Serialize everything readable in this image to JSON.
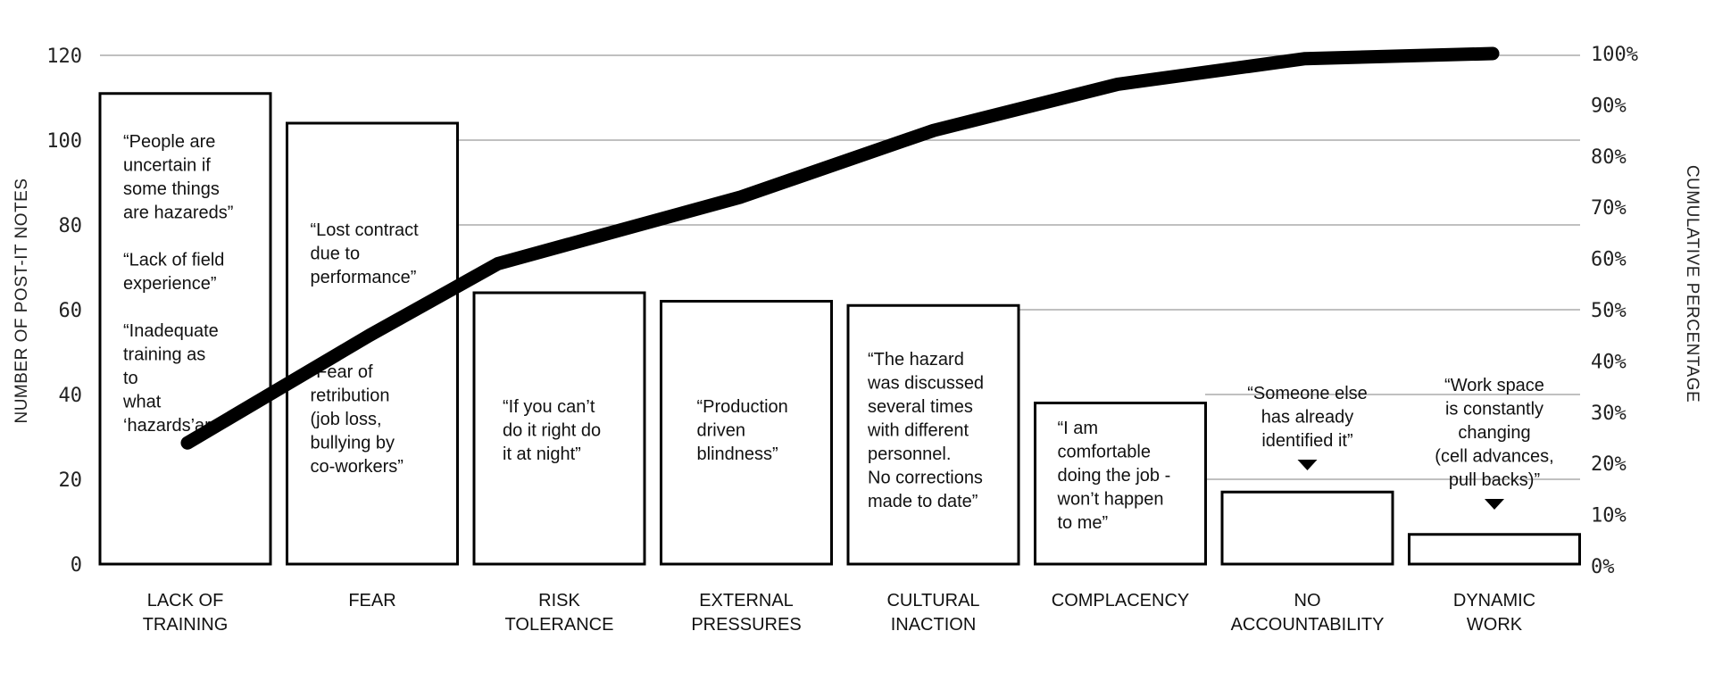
{
  "chart_data": {
    "type": "bar",
    "title": "",
    "xlabel": "",
    "ylabel": "NUMBER OF POST-IT NOTES",
    "y2label": "CUMULATIVE PERCENTAGE",
    "ylim": [
      0,
      120
    ],
    "y2lim": [
      0,
      100
    ],
    "yticks": [
      "0",
      "20",
      "40",
      "60",
      "80",
      "100",
      "120"
    ],
    "y2ticks": [
      "0%",
      "10%",
      "20%",
      "30%",
      "40%",
      "50%",
      "60%",
      "70%",
      "80%",
      "90%",
      "100%"
    ],
    "grid": true,
    "categories": [
      [
        "LACK OF",
        "TRAINING"
      ],
      [
        "FEAR"
      ],
      [
        "RISK",
        "TOLERANCE"
      ],
      [
        "EXTERNAL",
        "PRESSURES"
      ],
      [
        "CULTURAL",
        "INACTION"
      ],
      [
        "COMPLACENCY"
      ],
      [
        "NO",
        "ACCOUNTABILITY"
      ],
      [
        "DYNAMIC",
        "WORK"
      ]
    ],
    "values": [
      111,
      104,
      64,
      62,
      61,
      38,
      17,
      7
    ],
    "cumulative_percent": [
      24,
      45,
      59,
      72,
      85,
      94,
      99,
      100
    ],
    "annotations": [
      [
        "“People are",
        "uncertain if",
        "some things",
        "are hazareds”",
        "",
        "“Lack of field",
        "experience”",
        "",
        "“Inadequate",
        "training as",
        "to",
        "what",
        "‘hazards’are”"
      ],
      [
        "“Lost contract",
        "due to",
        "performance”",
        "",
        "",
        "",
        "“Fear of",
        "retribution",
        "(job loss,",
        "bullying by",
        "co-workers”"
      ],
      [
        "“If you can’t",
        "do it right do",
        "it at night”"
      ],
      [
        "“Production",
        "driven",
        "blindness”"
      ],
      [
        "“The hazard",
        "was discussed",
        "several times",
        "with different",
        "personnel.",
        "No corrections",
        "made to date”"
      ],
      [
        "“I am",
        "comfortable",
        "doing the job -",
        "won’t happen",
        "to me”"
      ],
      [
        "“Someone else",
        "has already",
        "identified it”"
      ],
      [
        "“Work space",
        "is constantly",
        "changing",
        "(cell advances,",
        "pull backs)”"
      ]
    ]
  }
}
